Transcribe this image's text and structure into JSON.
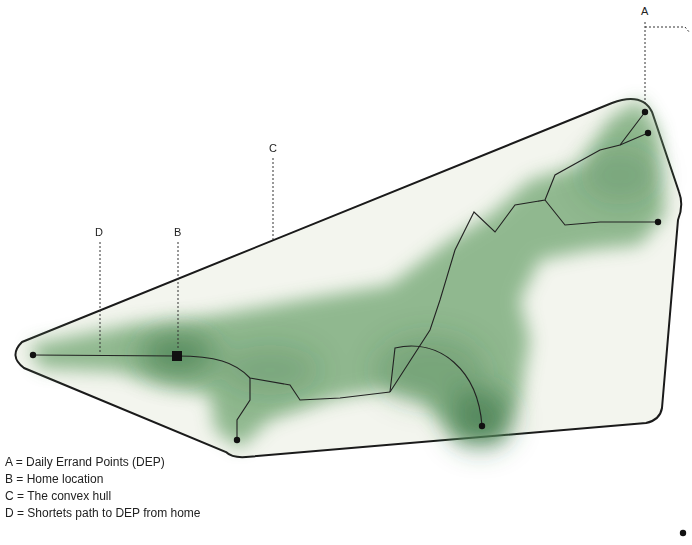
{
  "diagram": {
    "labels": [
      "A",
      "C",
      "D",
      "B",
      "A = Daily Errand Points (DEP)",
      "B = Home location",
      "C = The convex hull",
      "D = Shortets path to DEP from home"
    ]
  }
}
